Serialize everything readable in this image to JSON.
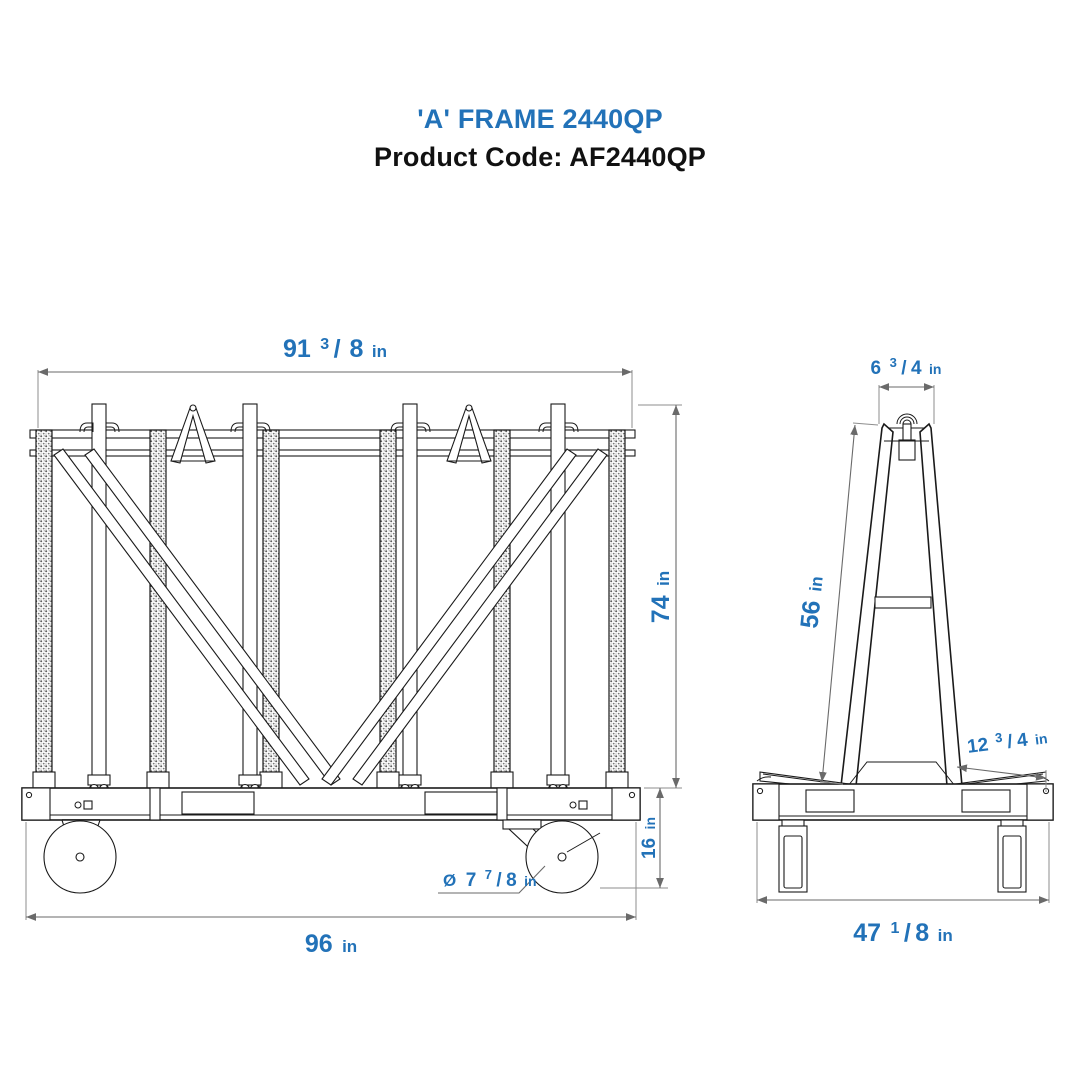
{
  "title": {
    "product_name": "'A' FRAME 2440QP",
    "product_code_line": "Product Code: AF2440QP"
  },
  "colors": {
    "dimension_blue": "#2272b8",
    "line_black": "#1a1a1a",
    "dim_line_gray": "#6a6a6a"
  },
  "views": {
    "front": {
      "name": "front-elevation-view",
      "dimensions": {
        "overall_top_width": {
          "whole": "91",
          "num": "3",
          "den": "8",
          "unit": "in",
          "full": "91 3/8 in"
        },
        "overall_height": {
          "whole": "74",
          "num": "",
          "den": "",
          "unit": "in",
          "full": "74 in"
        },
        "deck_height": {
          "whole": "16",
          "num": "",
          "den": "",
          "unit": "in",
          "full": "16 in"
        },
        "caster_diameter": {
          "symbol": "Ø",
          "whole": "7",
          "num": "7",
          "den": "8",
          "unit": "in",
          "full": "Ø 7 7/8 in"
        },
        "overall_base_length": {
          "whole": "96",
          "num": "",
          "den": "",
          "unit": "in",
          "full": "96 in"
        }
      }
    },
    "side": {
      "name": "side-elevation-view",
      "dimensions": {
        "apex_width": {
          "whole": "6",
          "num": "3",
          "den": "4",
          "unit": "in",
          "full": "6 3/4 in"
        },
        "frame_slant_height": {
          "whole": "56",
          "num": "",
          "den": "",
          "unit": "in",
          "full": "56 in"
        },
        "rail_offset": {
          "whole": "12",
          "num": "3",
          "den": "4",
          "unit": "in",
          "full": "12 3/4 in"
        },
        "overall_depth": {
          "whole": "47",
          "num": "1",
          "den": "8",
          "unit": "in",
          "full": "47 1/8 in"
        }
      }
    }
  },
  "icons": {
    "diameter_symbol": "diameter-symbol",
    "arrow": "dimension-arrow"
  }
}
